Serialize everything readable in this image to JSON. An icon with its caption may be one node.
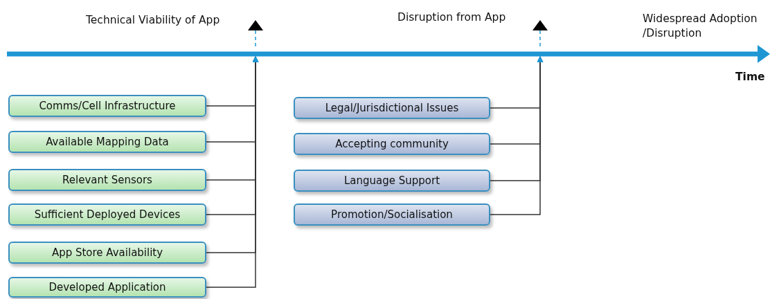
{
  "diagram": {
    "nodes": [
      {
        "text": [
          "Comms/Cell  Infrastructure"
        ]
      },
      {
        "text": [
          "Available Mapping Data"
        ]
      },
      {
        "text": [
          "Relevant Sensors"
        ]
      },
      {
        "text": [
          "Sufficient  Deployed Devices"
        ]
      },
      {
        "text": [
          "App Store Availability"
        ]
      },
      {
        "text": [
          "Developed Application"
        ]
      },
      {
        "text": [
          "Legal/Jurisdictional  Issues"
        ]
      },
      {
        "text": [
          "Accepting community"
        ]
      },
      {
        "text": [
          "Language Support"
        ]
      },
      {
        "text": [
          "Promotion/Socialisation"
        ]
      },
      {
        "text": [],
        "shape": "bar"
      }
    ],
    "edges": [
      {
        "from": 0,
        "to": 10,
        "arrow": "to"
      },
      {
        "from": 1,
        "to": 10,
        "arrow": "to"
      },
      {
        "from": 2,
        "to": 10,
        "arrow": "to"
      },
      {
        "from": 3,
        "to": 10,
        "arrow": "to"
      },
      {
        "from": 4,
        "to": 10,
        "arrow": "to"
      },
      {
        "from": 5,
        "to": 10,
        "arrow": "to"
      },
      {
        "from": 6,
        "to": 10,
        "arrow": "to"
      },
      {
        "from": 7,
        "to": 10,
        "arrow": "to"
      },
      {
        "from": 8,
        "to": 10,
        "arrow": "to"
      },
      {
        "from": 9,
        "to": 10,
        "arrow": "to"
      }
    ],
    "labels": [
      "Technical Viability of App",
      "Disruption from App",
      "Widespread Adoption /Disruption",
      "Time"
    ]
  }
}
